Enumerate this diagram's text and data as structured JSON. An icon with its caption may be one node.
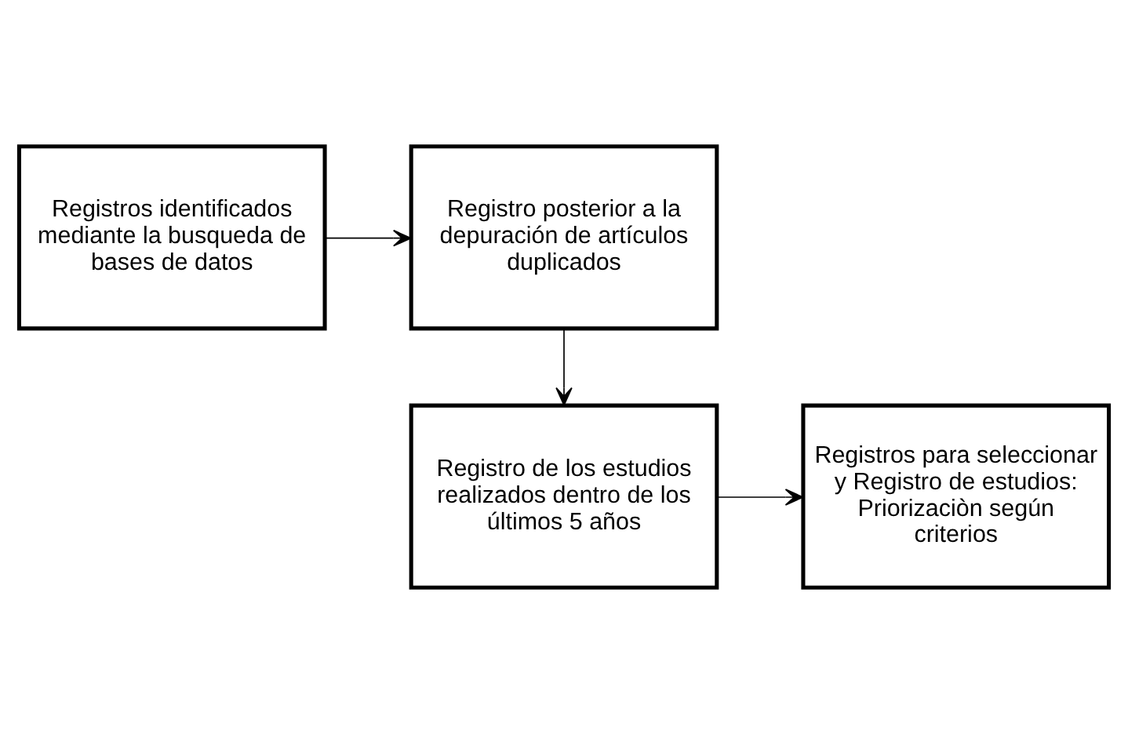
{
  "diagram": {
    "nodes": [
      {
        "text": [
          "Registros identificados mediante la busqueda de bases de datos"
        ]
      },
      {
        "text": [
          "Registro posterior a la depuración de artículos duplicados"
        ]
      },
      {
        "text": [
          "Registro de los estudios realizados dentro de los últimos 5 años"
        ]
      },
      {
        "text": [
          "Registros para seleccionar y Registro de estudios: Priorizaciòn según criterios"
        ]
      }
    ],
    "edges": [
      {
        "from": 0,
        "to": 1,
        "arrow": "to"
      },
      {
        "from": 1,
        "to": 2,
        "arrow": "to"
      },
      {
        "from": 2,
        "to": 3,
        "arrow": "to"
      }
    ]
  }
}
